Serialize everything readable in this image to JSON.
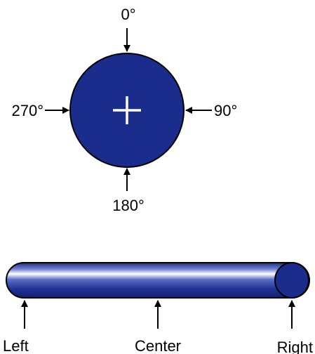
{
  "circle_view": {
    "angles": {
      "top": "0°",
      "right": "90°",
      "bottom": "180°",
      "left": "270°"
    },
    "fill_color": "#1a2c8c",
    "center_marker": "plus-icon"
  },
  "rod_view": {
    "positions": {
      "left": "Left",
      "center": "Center",
      "right": "Right"
    },
    "fill_color": "#1a2c8c",
    "highlight_color": "#ffffff"
  }
}
